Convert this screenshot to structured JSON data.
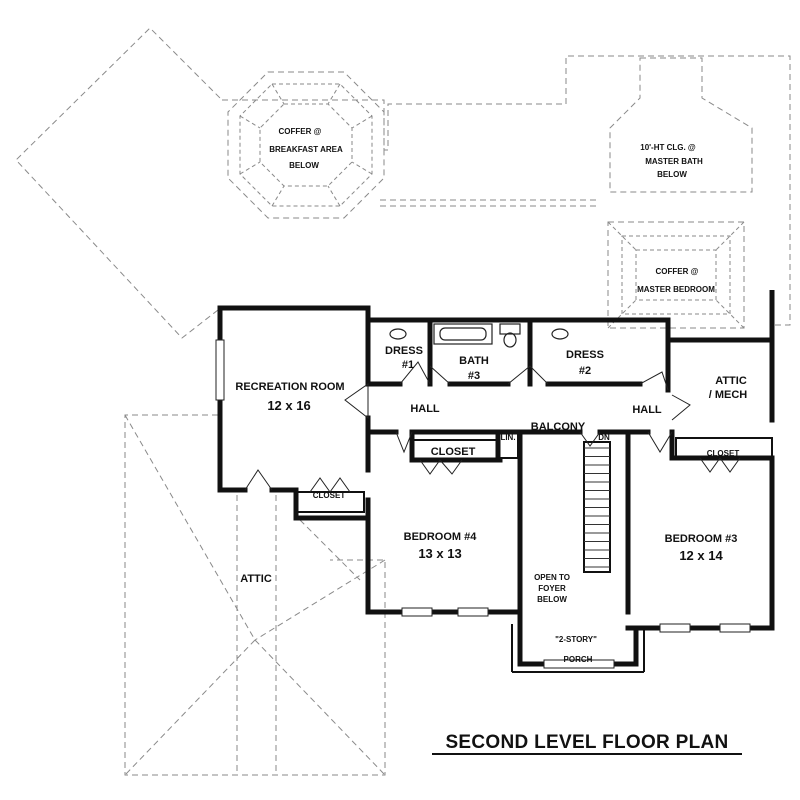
{
  "title": "SECOND LEVEL FLOOR PLAN",
  "rooms": {
    "recreation": {
      "name": "RECREATION ROOM",
      "size": "12 x 16"
    },
    "bedroom4": {
      "name": "BEDROOM #4",
      "size": "13 x 13"
    },
    "bedroom3": {
      "name": "BEDROOM #3",
      "size": "12 x 14"
    },
    "dress1": {
      "line1": "DRESS",
      "line2": "#1"
    },
    "bath3": {
      "line1": "BATH",
      "line2": "#3"
    },
    "dress2": {
      "line1": "DRESS",
      "line2": "#2"
    },
    "attic_mech": {
      "line1": "ATTIC",
      "line2": "/ MECH"
    },
    "hall_left": "HALL",
    "hall_right": "HALL",
    "balcony": "BALCONY",
    "lin": "LIN.",
    "closet_b4": "CLOSET",
    "closet_rec": "CLOSET",
    "closet_b3": "CLOSET",
    "stair_dn": "DN",
    "open_foyer": {
      "line1": "OPEN TO",
      "line2": "FOYER",
      "line3": "BELOW"
    },
    "porch": {
      "line1": "\"2-STORY\"",
      "line2": "PORCH"
    },
    "attic": "ATTIC"
  },
  "annotations": {
    "breakfast": {
      "line1": "COFFER @",
      "line2": "BREAKFAST AREA",
      "line3": "BELOW"
    },
    "master_bath": {
      "line1": "10'-HT CLG. @",
      "line2": "MASTER BATH",
      "line3": "BELOW"
    },
    "master_bed": {
      "line1": "COFFER @",
      "line2": "MASTER BEDROOM"
    }
  }
}
